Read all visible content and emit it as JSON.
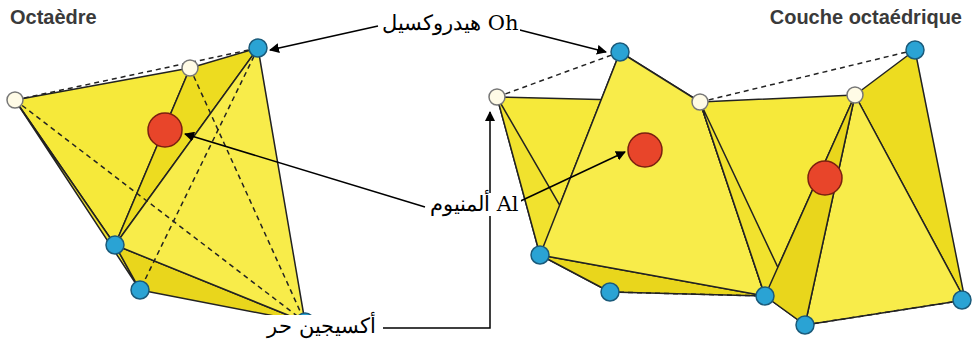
{
  "diagram": {
    "labels": [
      "Octaèdre",
      "Couche octaédrique",
      "هيدروكسيل Oh",
      "ألمنيوم Al",
      "أكسيجين حر"
    ]
  }
}
